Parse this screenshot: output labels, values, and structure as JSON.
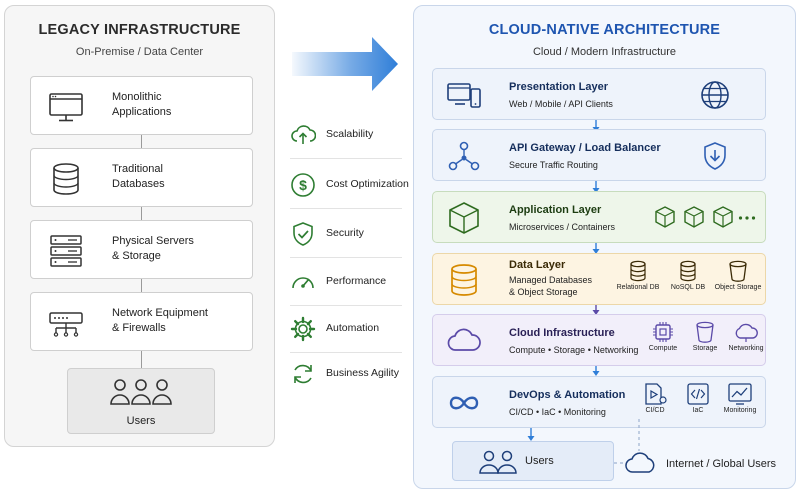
{
  "legacy": {
    "title": "LEGACY INFRASTRUCTURE",
    "subtitle": "On-Premise / Data Center",
    "items": [
      {
        "label": "Monolithic\nApplications",
        "icon": "monitor-icon"
      },
      {
        "label": "Traditional\nDatabases",
        "icon": "database-icon"
      },
      {
        "label": "Physical Servers\n& Storage",
        "icon": "server-rack-icon"
      },
      {
        "label": "Network Equipment\n& Firewalls",
        "icon": "network-switch-icon"
      }
    ],
    "users_label": "Users"
  },
  "benefits": [
    {
      "label": "Scalability",
      "icon": "cloud-upload-icon"
    },
    {
      "label": "Cost Optimization",
      "icon": "dollar-icon"
    },
    {
      "label": "Security",
      "icon": "shield-check-icon"
    },
    {
      "label": "Performance",
      "icon": "gauge-icon"
    },
    {
      "label": "Automation",
      "icon": "gear-icon"
    },
    {
      "label": "Business Agility",
      "icon": "refresh-icon"
    }
  ],
  "cloud": {
    "title": "CLOUD-NATIVE ARCHITECTURE",
    "subtitle": "Cloud / Modern Infrastructure",
    "layers": [
      {
        "title": "Presentation Layer",
        "desc": "Web / Mobile / API Clients"
      },
      {
        "title": "API Gateway / Load Balancer",
        "desc": "Secure Traffic Routing"
      },
      {
        "title": "Application Layer",
        "desc": "Microservices / Containers"
      },
      {
        "title": "Data Layer",
        "desc": "Managed Databases\n& Object Storage",
        "items": [
          "Relational DB",
          "NoSQL DB",
          "Object Storage"
        ]
      },
      {
        "title": "Cloud Infrastructure",
        "desc": "Compute • Storage • Networking",
        "items": [
          "Compute",
          "Storage",
          "Networking"
        ]
      },
      {
        "title": "DevOps & Automation",
        "desc": "CI/CD  •  IaC  •  Monitoring",
        "items": [
          "CI/CD",
          "IaC",
          "Monitoring"
        ]
      }
    ],
    "users_label": "Users",
    "internet_label": "Internet / Global Users"
  },
  "colors": {
    "accent_blue": "#1e55b0",
    "arrow_blue": "#2f7ed8",
    "green": "#2e7d32",
    "orange": "#d68a00",
    "purple": "#5b4aa8"
  }
}
